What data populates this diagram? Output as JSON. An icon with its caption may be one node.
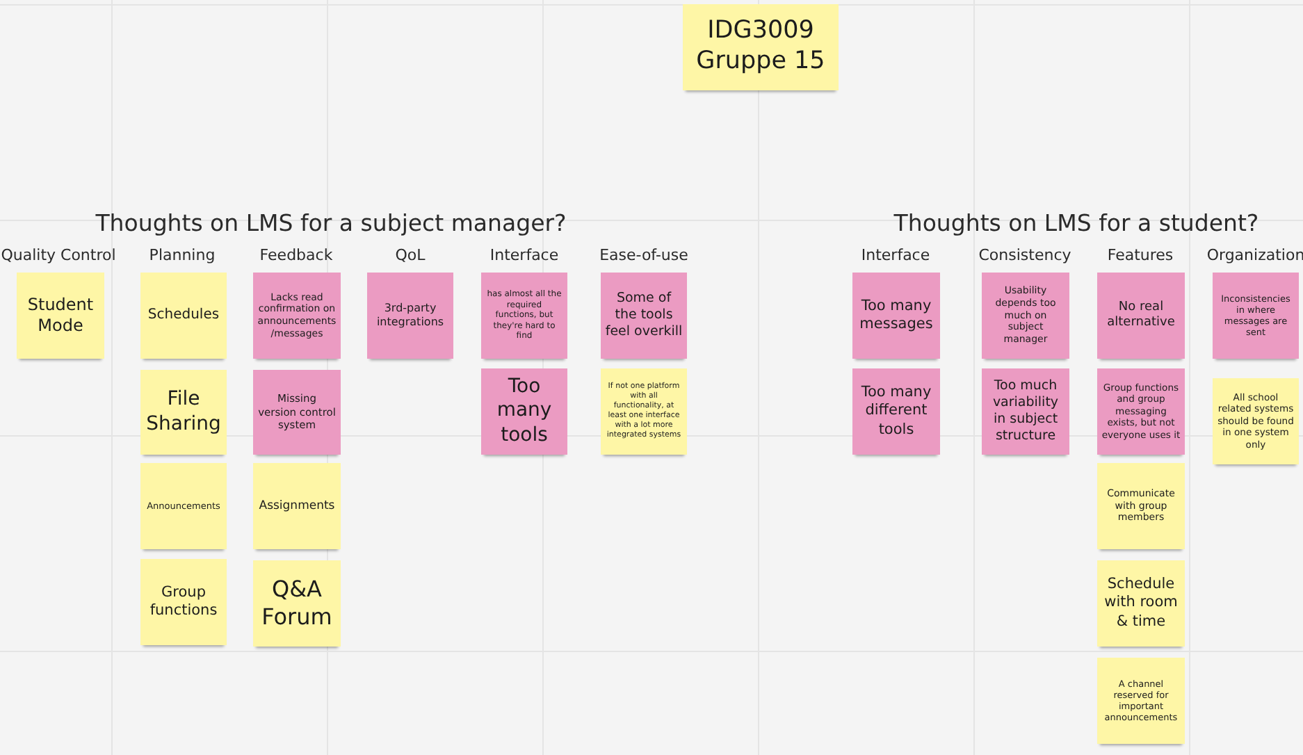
{
  "diagram": {
    "nodes": [
      {
        "text": [
          "IDG3009 Gruppe 15"
        ]
      },
      {
        "text": [
          "Student Mode"
        ]
      },
      {
        "text": [
          "Schedules"
        ]
      },
      {
        "text": [
          "File Sharing"
        ]
      },
      {
        "text": [
          "Announcements"
        ]
      },
      {
        "text": [
          "Group functions"
        ]
      },
      {
        "text": [
          "Lacks read confirmation on announcements/messages"
        ]
      },
      {
        "text": [
          "Missing version control system"
        ]
      },
      {
        "text": [
          "Assignments"
        ]
      },
      {
        "text": [
          "Q&A Forum"
        ]
      },
      {
        "text": [
          "3rd-party integrations"
        ]
      },
      {
        "text": [
          "has almost all the required functions, but they're hard to find"
        ]
      },
      {
        "text": [
          "Too many tools"
        ]
      },
      {
        "text": [
          "Some of the tools feel overkill"
        ]
      },
      {
        "text": [
          "If not one platform with all functionality, at least one interface with a lot more integrated systems"
        ]
      },
      {
        "text": [
          "Too many messages"
        ]
      },
      {
        "text": [
          "Too many different tools"
        ]
      },
      {
        "text": [
          "Usability depends too much on subject manager"
        ]
      },
      {
        "text": [
          "Too much variability in subject structure"
        ]
      },
      {
        "text": [
          "No real alternative"
        ]
      },
      {
        "text": [
          "Group functions and group messaging exists, but not everyone uses it"
        ]
      },
      {
        "text": [
          "Communicate with group members"
        ]
      },
      {
        "text": [
          "Schedule with room & time"
        ]
      },
      {
        "text": [
          "A channel reserved for important announcements"
        ]
      },
      {
        "text": [
          "Inconsistencies in where messages are sent"
        ]
      },
      {
        "text": [
          "All school related systems should be found in one system only"
        ]
      }
    ],
    "edges": [],
    "labels": [
      "Thoughts on LMS for a subject manager?",
      "Thoughts on LMS for a student?",
      "Quality Control",
      "Planning",
      "Feedback",
      "QoL",
      "Interface",
      "Ease-of-use",
      "Interface",
      "Consistency",
      "Features",
      "Organization"
    ]
  }
}
